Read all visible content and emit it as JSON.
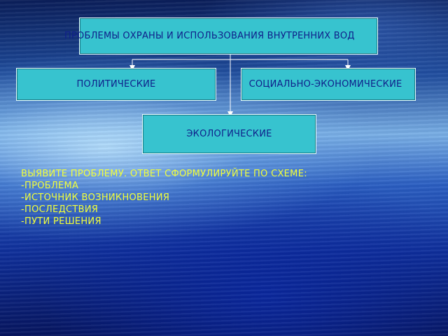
{
  "diagram": {
    "root": "ПРОБЛЕМЫ ОХРАНЫ И ИСПОЛЬЗОВАНИЯ ВНУТРЕННИХ ВОД",
    "categories": [
      "ПОЛИТИЧЕСКИЕ",
      "СОЦИАЛЬНО-ЭКОНОМИЧЕСКИЕ",
      "ЭКОЛОГИЧЕСКИЕ"
    ],
    "colors": {
      "box_fill": "#37c3cf",
      "box_text": "#0f1f8a",
      "connector": "#ffffff",
      "task_text": "#f2ff3a"
    }
  },
  "task": {
    "title": "ВЫЯВИТЕ ПРОБЛЕМУ. ОТВЕТ СФОРМУЛИРУЙТЕ ПО СХЕМЕ:",
    "items": [
      "-ПРОБЛЕМА",
      "-ИСТОЧНИК ВОЗНИКНОВЕНИЯ",
      "-ПОСЛЕДСТВИЯ",
      "-ПУТИ РЕШЕНИЯ"
    ]
  }
}
